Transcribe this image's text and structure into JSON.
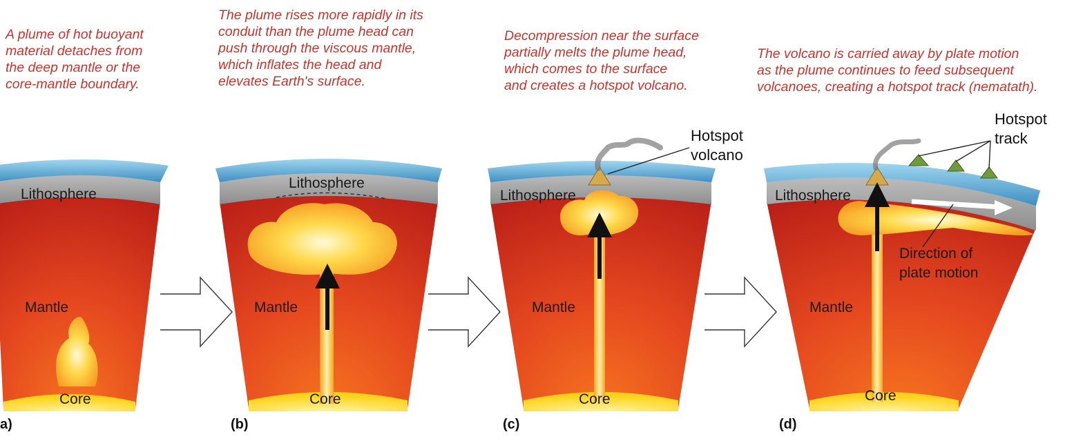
{
  "panels": [
    {
      "letter": "a)",
      "caption": [
        "A plume of hot buoyant",
        "material detaches from",
        "the deep mantle or the",
        "core-mantle boundary."
      ],
      "lithosphere": "Lithosphere",
      "mantle": "Mantle",
      "core": "Core"
    },
    {
      "letter": "(b)",
      "caption": [
        "The plume rises more rapidly in its",
        "conduit than the plume head can",
        "push through the viscous mantle,",
        "which inflates the head and",
        "elevates Earth's surface."
      ],
      "lithosphere": "Lithosphere",
      "mantle": "Mantle",
      "core": "Core"
    },
    {
      "letter": "(c)",
      "caption": [
        "Decompression near the surface",
        "partially melts the plume head,",
        "which comes to the surface",
        "and creates a hotspot volcano."
      ],
      "lithosphere": "Lithosphere",
      "mantle": "Mantle",
      "core": "Core",
      "callout": [
        "Hotspot",
        "volcano"
      ]
    },
    {
      "letter": "(d)",
      "caption": [
        "The volcano is carried away by plate motion",
        "as the plume continues to feed subsequent",
        "volcanoes, creating a hotspot track (nematath)."
      ],
      "lithosphere": "Lithosphere",
      "mantle": "Mantle",
      "core": "Core",
      "callout": [
        "Hotspot",
        "track"
      ],
      "motion_label": [
        "Direction of",
        "plate motion"
      ]
    }
  ],
  "colors": {
    "caption": "#c8352e",
    "mantle": "#d8341d",
    "plume": "#ffd24a",
    "ocean": "#4a9fd0",
    "crust": "#a9a9a9"
  }
}
